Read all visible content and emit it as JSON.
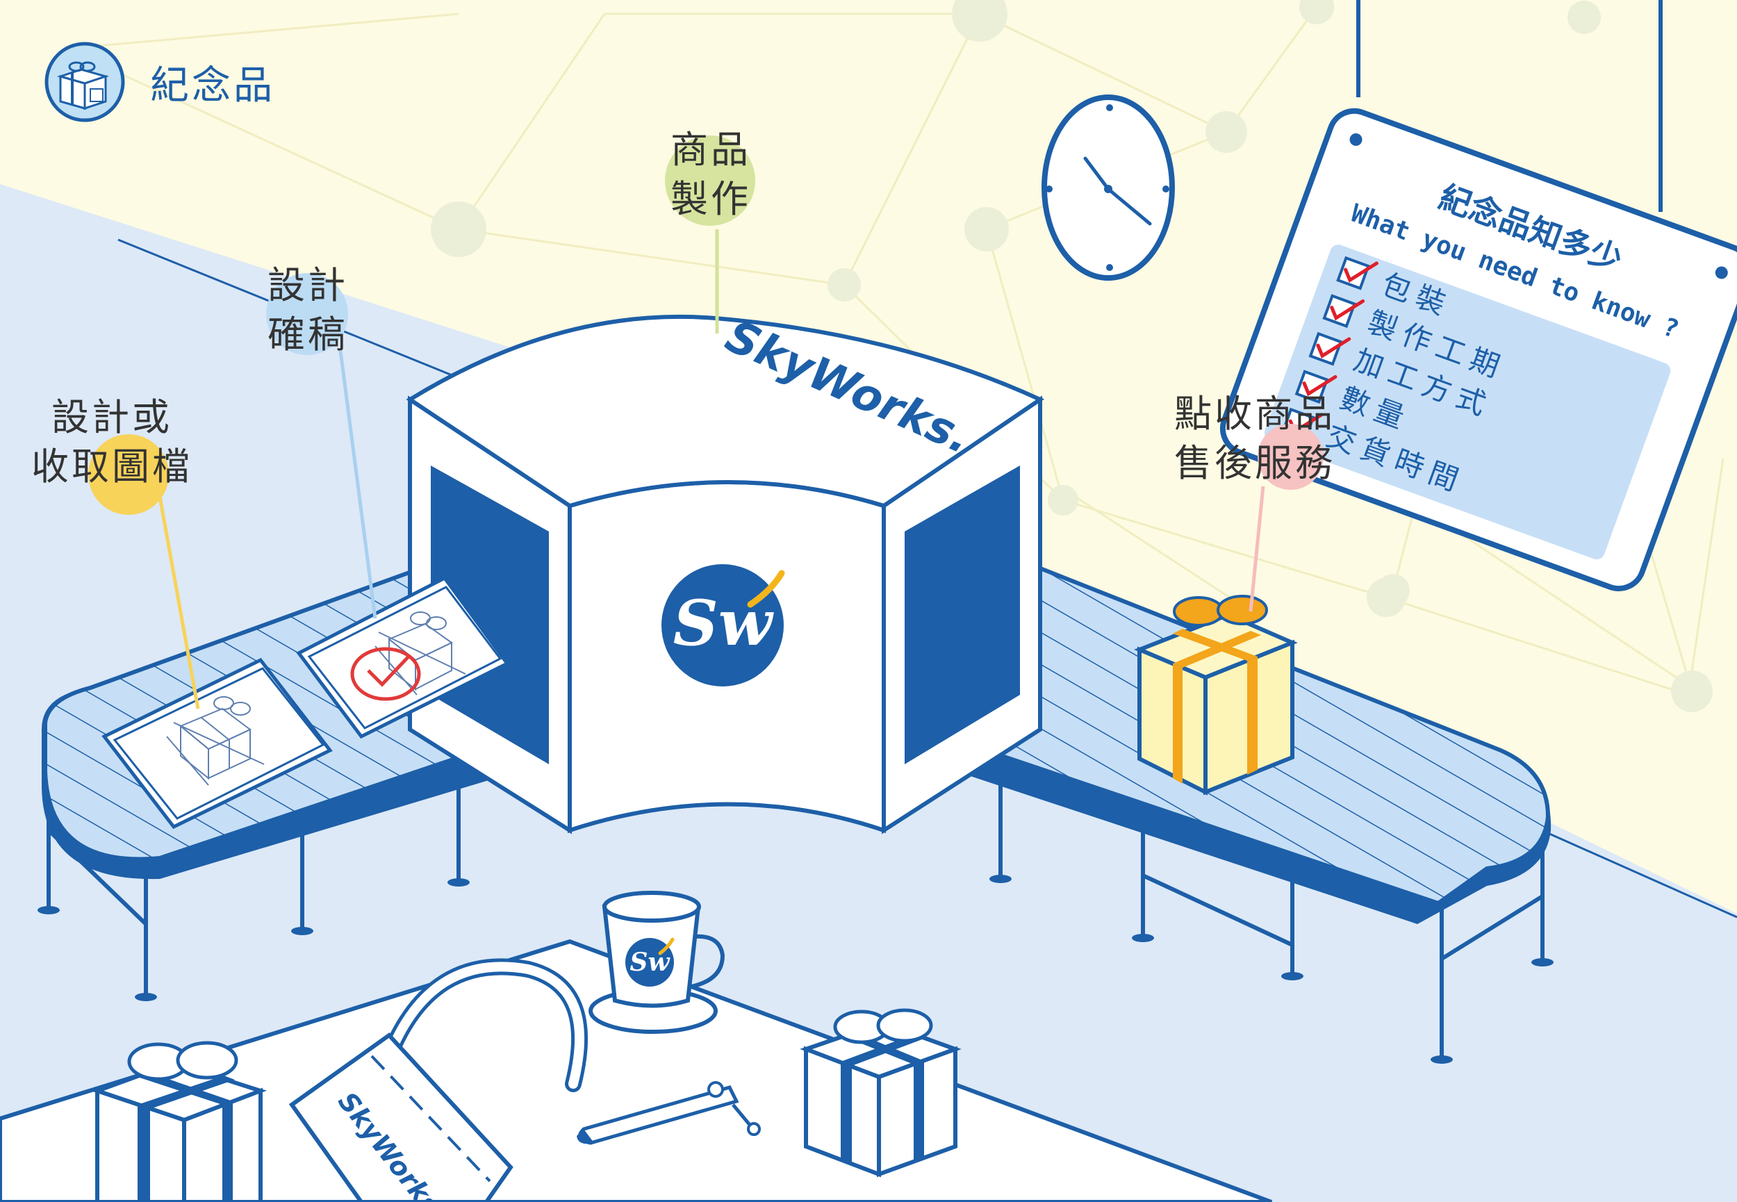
{
  "brand": {
    "title": "紀念品"
  },
  "steps": [
    {
      "line1": "設計或",
      "line2": "收取圖檔"
    },
    {
      "line1": "設計",
      "line2": "確稿"
    },
    {
      "line1": "商品",
      "line2": "製作"
    },
    {
      "line1": "點收商品",
      "line2": "售後服務"
    }
  ],
  "machine": {
    "logo_text": "SkyWorks.",
    "emblem": "Sw"
  },
  "tote": {
    "logo_text": "SkyWorks."
  },
  "mug": {
    "emblem": "Sw"
  },
  "board": {
    "title": "紀念品知多少",
    "subtitle": "What you need to know ?",
    "items": [
      "包裝",
      "製作工期",
      "加工方式",
      "數量",
      "交貨時間"
    ]
  },
  "colors": {
    "blue": "#1d5fa8",
    "light_blue": "#bfdcf5",
    "pale_blue": "#dce9f7",
    "wall": "#fdfbe3",
    "gift_yellow": "#fdf5b8",
    "ribbon_orange": "#f3a51b",
    "check_red": "#e01f2a"
  }
}
